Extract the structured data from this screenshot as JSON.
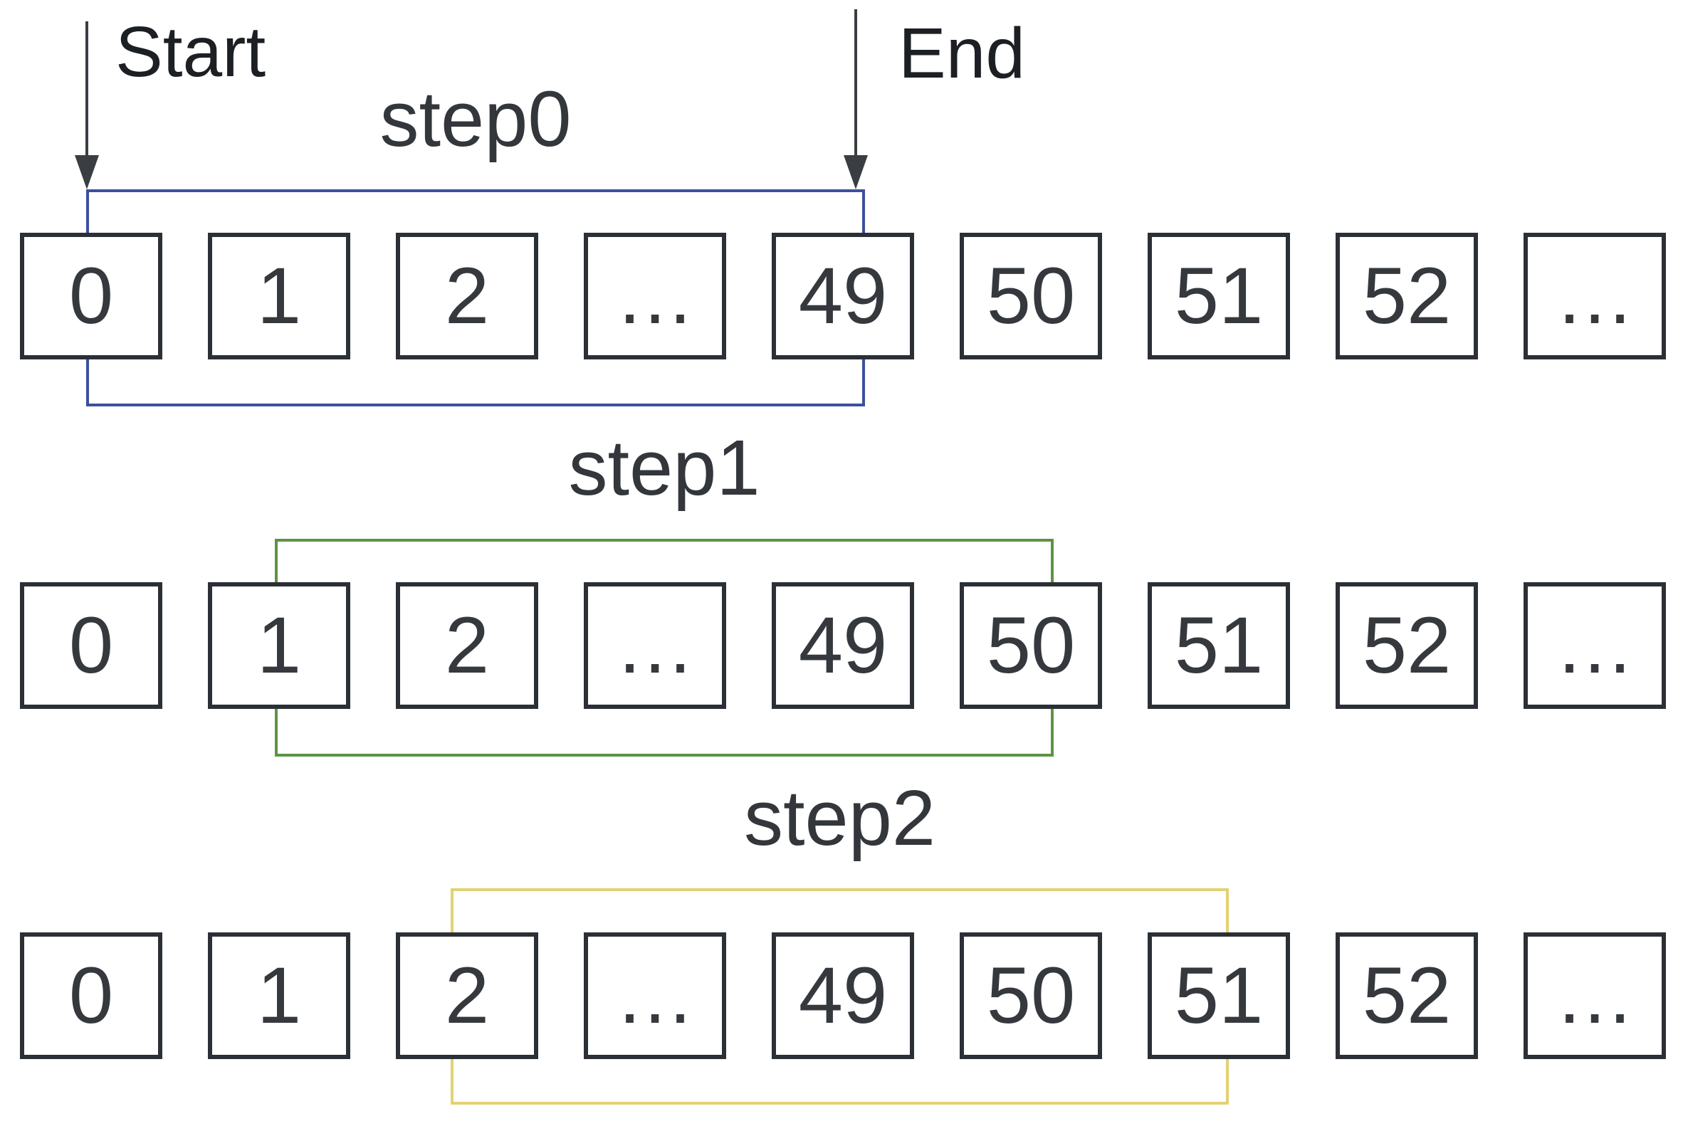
{
  "background_color": "#ffffff",
  "cells": [
    "0",
    "1",
    "2",
    "…",
    "49",
    "50",
    "51",
    "52",
    "…"
  ],
  "steps": [
    {
      "label": "step0",
      "color": "#3b509e",
      "window_from": "0",
      "window_to": "49",
      "from_cell_index": 0,
      "to_cell_index": 4
    },
    {
      "label": "step1",
      "color": "#5c9442",
      "window_from": "1",
      "window_to": "50",
      "from_cell_index": 1,
      "to_cell_index": 5
    },
    {
      "label": "step2",
      "color": "#e2d272",
      "window_from": "2",
      "window_to": "51",
      "from_cell_index": 2,
      "to_cell_index": 6
    }
  ],
  "pointers": [
    {
      "label": "Start",
      "points_to": "window start of step0"
    },
    {
      "label": "End",
      "points_to": "window end of step0"
    }
  ],
  "styles": {
    "box_border_color": "#2b2f36",
    "number_color": "#35393e",
    "label_color": "#33373c",
    "pointer_color": "#3a3d42",
    "pointer_text_color": "#1c1f24"
  }
}
